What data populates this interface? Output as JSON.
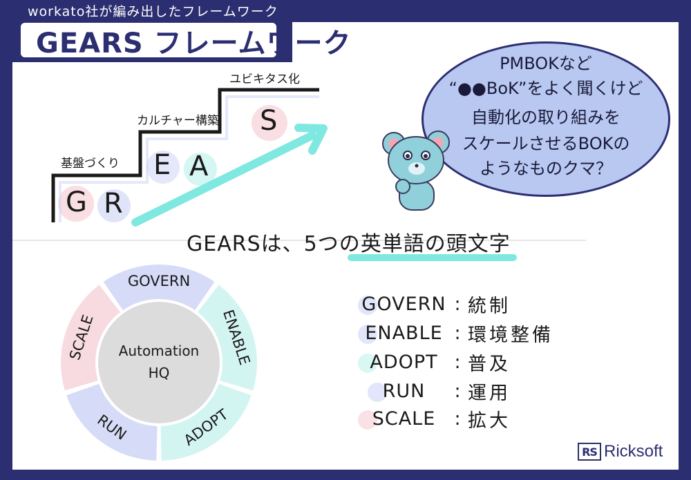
{
  "header": {
    "subtitle": "workato社が編み出したフレームワーク",
    "title": "GEARS フレームワーク"
  },
  "stairs": {
    "labels": [
      "基盤づくり",
      "カルチャー構築",
      "ユビキタス化"
    ],
    "letters": [
      "G",
      "R",
      "E",
      "A",
      "S"
    ]
  },
  "bubble": {
    "lines": [
      "PMBOKなど",
      "“●●BoK”をよく聞くけど",
      "自動化の取り組みを",
      "スケールさせるBOKの",
      "ようなものクマ？"
    ]
  },
  "headline": "GEARSは、5つの英単語の頭文字",
  "wheel": {
    "center": [
      "Automation",
      "HQ"
    ],
    "segments": [
      {
        "label": "GOVERN",
        "color": "#d6dcf7"
      },
      {
        "label": "ENABLE",
        "color": "#d3f5f1"
      },
      {
        "label": "ADOPT",
        "color": "#d3f5f1"
      },
      {
        "label": "RUN",
        "color": "#d6dcf7"
      },
      {
        "label": "SCALE",
        "color": "#f7dbe0"
      }
    ]
  },
  "definitions": [
    {
      "term": "GOVERN",
      "meaning": "統制",
      "dot": "#c9d2f5"
    },
    {
      "term": "ENABLE",
      "meaning": "環境整備",
      "dot": "#c9d2f5"
    },
    {
      "term": "ADOPT",
      "meaning": "普及",
      "dot": "#b9f0ea"
    },
    {
      "term": "RUN",
      "meaning": "運用",
      "dot": "#c9d2f5"
    },
    {
      "term": "SCALE",
      "meaning": "拡大",
      "dot": "#f5c8d0"
    }
  ],
  "logo": {
    "mark": "RS",
    "name": "Ricksoft"
  },
  "colors": {
    "frame": "#2c2e72",
    "accent": "#7fe8e0",
    "pink": "#f5c8d0",
    "blue": "#c9d2f5"
  }
}
